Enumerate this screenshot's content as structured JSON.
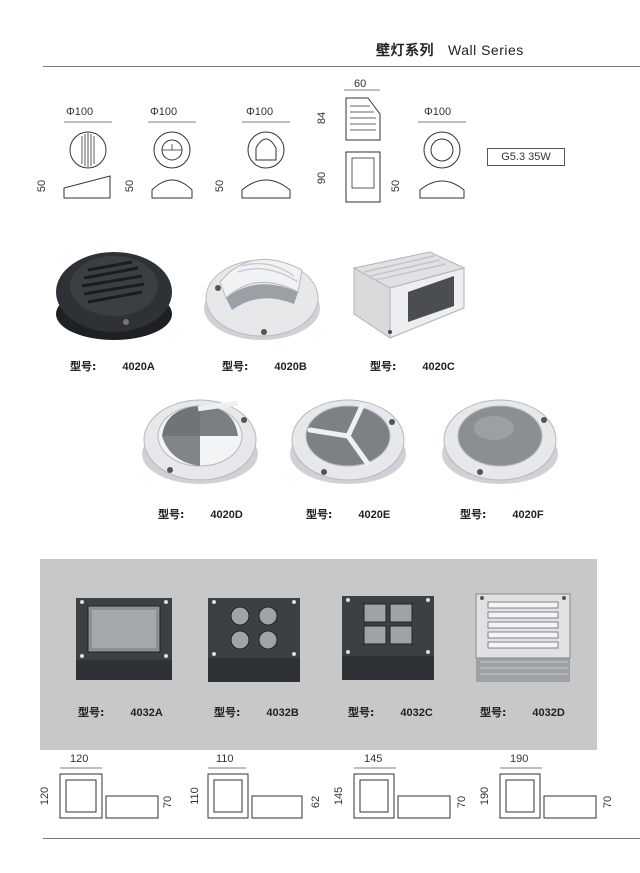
{
  "header": {
    "title_cn": "壁灯系列",
    "title_en": "Wall Series"
  },
  "top_drawings": {
    "d1": {
      "diameter": "Φ100",
      "height": "50"
    },
    "d2": {
      "diameter": "Φ100",
      "height": "50"
    },
    "d3": {
      "diameter": "Φ100",
      "height": "50"
    },
    "d4": {
      "width": "60",
      "height_top": "84",
      "height_bottom": "90"
    },
    "d5": {
      "diameter": "Φ100",
      "height": "50"
    }
  },
  "spec": "G5.3   35W",
  "models_4020": [
    {
      "label": "型号:",
      "code": "4020A"
    },
    {
      "label": "型号:",
      "code": "4020B"
    },
    {
      "label": "型号:",
      "code": "4020C"
    },
    {
      "label": "型号:",
      "code": "4020D"
    },
    {
      "label": "型号:",
      "code": "4020E"
    },
    {
      "label": "型号:",
      "code": "4020F"
    }
  ],
  "models_4032": [
    {
      "label": "型号:",
      "code": "4032A"
    },
    {
      "label": "型号:",
      "code": "4032B"
    },
    {
      "label": "型号:",
      "code": "4032C"
    },
    {
      "label": "型号:",
      "code": "4032D"
    }
  ],
  "bottom_drawings": [
    {
      "width": "120",
      "height": "120",
      "depth": "70"
    },
    {
      "width": "110",
      "height": "110",
      "depth": "62"
    },
    {
      "width": "145",
      "height": "145",
      "depth": "70"
    },
    {
      "width": "190",
      "height": "190",
      "depth": "70"
    }
  ],
  "colors": {
    "panel": "#c8c8c8",
    "dark_fixture": "#2e3236",
    "silver_fixture": "#e4e6e8"
  }
}
